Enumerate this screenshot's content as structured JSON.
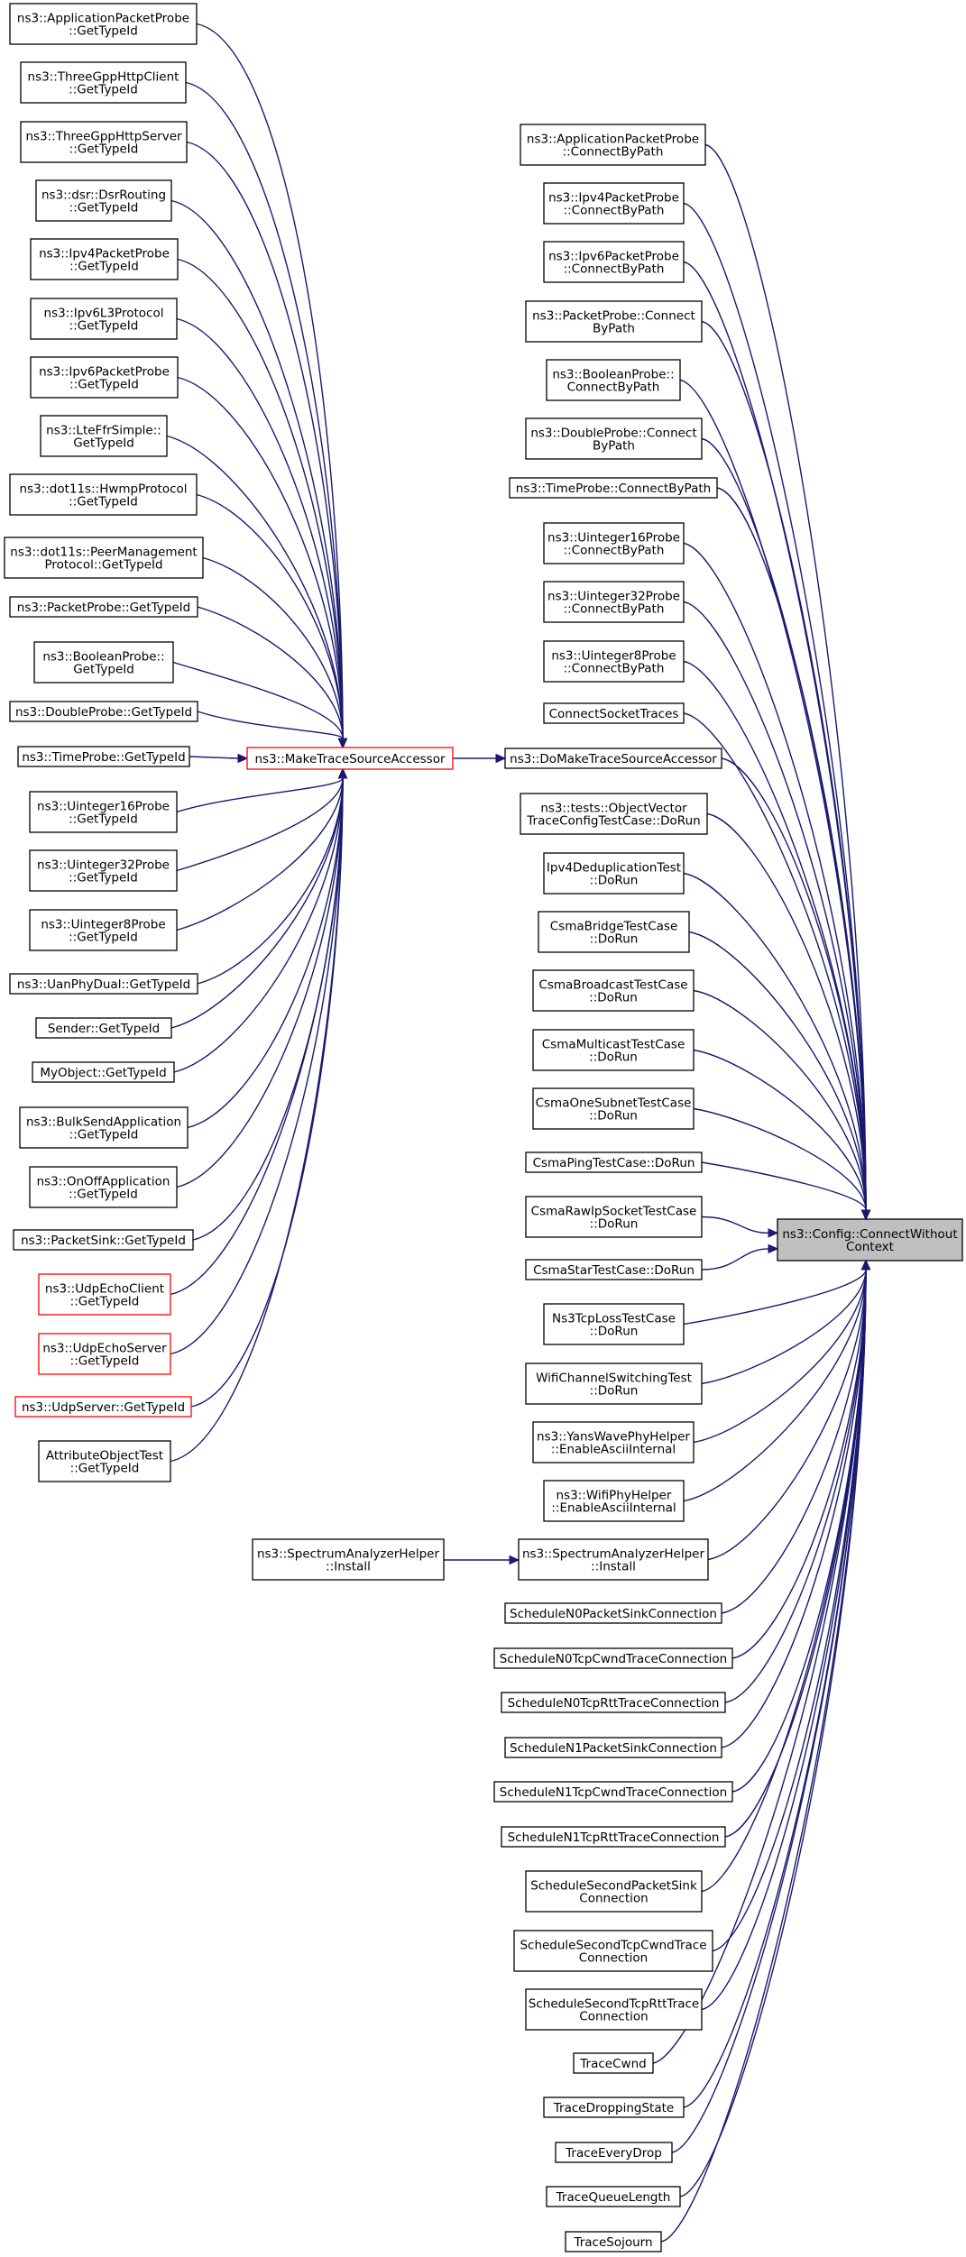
{
  "graph": {
    "target": {
      "id": "target",
      "lines": [
        "ns3::Config::ConnectWithout",
        "Context"
      ]
    },
    "mts": {
      "id": "mts",
      "lines": [
        "ns3::MakeTraceSourceAccessor"
      ]
    },
    "dmts": {
      "id": "dmts",
      "lines": [
        "ns3::DoMakeTraceSourceAccessor"
      ]
    },
    "sah": {
      "id": "sah",
      "lines": [
        "ns3::SpectrumAnalyzerHelper",
        "::Install"
      ]
    },
    "left_callers": [
      {
        "id": "l0",
        "lines": [
          "ns3::ApplicationPacketProbe",
          "::GetTypeId"
        ]
      },
      {
        "id": "l1",
        "lines": [
          "ns3::ThreeGppHttpClient",
          "::GetTypeId"
        ]
      },
      {
        "id": "l2",
        "lines": [
          "ns3::ThreeGppHttpServer",
          "::GetTypeId"
        ]
      },
      {
        "id": "l3",
        "lines": [
          "ns3::dsr::DsrRouting",
          "::GetTypeId"
        ]
      },
      {
        "id": "l4",
        "lines": [
          "ns3::Ipv4PacketProbe",
          "::GetTypeId"
        ]
      },
      {
        "id": "l5",
        "lines": [
          "ns3::Ipv6L3Protocol",
          "::GetTypeId"
        ]
      },
      {
        "id": "l6",
        "lines": [
          "ns3::Ipv6PacketProbe",
          "::GetTypeId"
        ]
      },
      {
        "id": "l7",
        "lines": [
          "ns3::LteFfrSimple::",
          "GetTypeId"
        ]
      },
      {
        "id": "l8",
        "lines": [
          "ns3::dot11s::HwmpProtocol",
          "::GetTypeId"
        ]
      },
      {
        "id": "l9",
        "lines": [
          "ns3::dot11s::PeerManagement",
          "Protocol::GetTypeId"
        ]
      },
      {
        "id": "l10",
        "lines": [
          "ns3::PacketProbe::GetTypeId"
        ]
      },
      {
        "id": "l11",
        "lines": [
          "ns3::BooleanProbe::",
          "GetTypeId"
        ]
      },
      {
        "id": "l12",
        "lines": [
          "ns3::DoubleProbe::GetTypeId"
        ]
      },
      {
        "id": "l13",
        "lines": [
          "ns3::TimeProbe::GetTypeId"
        ]
      },
      {
        "id": "l14",
        "lines": [
          "ns3::Uinteger16Probe",
          "::GetTypeId"
        ]
      },
      {
        "id": "l15",
        "lines": [
          "ns3::Uinteger32Probe",
          "::GetTypeId"
        ]
      },
      {
        "id": "l16",
        "lines": [
          "ns3::Uinteger8Probe",
          "::GetTypeId"
        ]
      },
      {
        "id": "l17",
        "lines": [
          "ns3::UanPhyDual::GetTypeId"
        ]
      },
      {
        "id": "l18",
        "lines": [
          "Sender::GetTypeId"
        ]
      },
      {
        "id": "l19",
        "lines": [
          "MyObject::GetTypeId"
        ]
      },
      {
        "id": "l20",
        "lines": [
          "ns3::BulkSendApplication",
          "::GetTypeId"
        ]
      },
      {
        "id": "l21",
        "lines": [
          "ns3::OnOffApplication",
          "::GetTypeId"
        ]
      },
      {
        "id": "l22",
        "lines": [
          "ns3::PacketSink::GetTypeId"
        ]
      },
      {
        "id": "l23",
        "lines": [
          "ns3::UdpEchoClient",
          "::GetTypeId"
        ],
        "red": true
      },
      {
        "id": "l24",
        "lines": [
          "ns3::UdpEchoServer",
          "::GetTypeId"
        ],
        "red": true
      },
      {
        "id": "l25",
        "lines": [
          "ns3::UdpServer::GetTypeId"
        ],
        "red": true
      },
      {
        "id": "l26",
        "lines": [
          "AttributeObjectTest",
          "::GetTypeId"
        ]
      }
    ],
    "right_callers": [
      {
        "id": "r0",
        "lines": [
          "ns3::ApplicationPacketProbe",
          "::ConnectByPath"
        ]
      },
      {
        "id": "r1",
        "lines": [
          "ns3::Ipv4PacketProbe",
          "::ConnectByPath"
        ]
      },
      {
        "id": "r2",
        "lines": [
          "ns3::Ipv6PacketProbe",
          "::ConnectByPath"
        ]
      },
      {
        "id": "r3",
        "lines": [
          "ns3::PacketProbe::Connect",
          "ByPath"
        ]
      },
      {
        "id": "r4",
        "lines": [
          "ns3::BooleanProbe::",
          "ConnectByPath"
        ]
      },
      {
        "id": "r5",
        "lines": [
          "ns3::DoubleProbe::Connect",
          "ByPath"
        ]
      },
      {
        "id": "r6",
        "lines": [
          "ns3::TimeProbe::ConnectByPath"
        ]
      },
      {
        "id": "r7",
        "lines": [
          "ns3::Uinteger16Probe",
          "::ConnectByPath"
        ]
      },
      {
        "id": "r8",
        "lines": [
          "ns3::Uinteger32Probe",
          "::ConnectByPath"
        ]
      },
      {
        "id": "r9",
        "lines": [
          "ns3::Uinteger8Probe",
          "::ConnectByPath"
        ]
      },
      {
        "id": "r10",
        "lines": [
          "ConnectSocketTraces"
        ]
      },
      {
        "id": "r11",
        "lines": [
          "ns3::DoMakeTraceSourceAccessor"
        ]
      },
      {
        "id": "r12",
        "lines": [
          "ns3::tests::ObjectVector",
          "TraceConfigTestCase::DoRun"
        ]
      },
      {
        "id": "r13",
        "lines": [
          "Ipv4DeduplicationTest",
          "::DoRun"
        ]
      },
      {
        "id": "r14",
        "lines": [
          "CsmaBridgeTestCase",
          "::DoRun"
        ]
      },
      {
        "id": "r15",
        "lines": [
          "CsmaBroadcastTestCase",
          "::DoRun"
        ]
      },
      {
        "id": "r16",
        "lines": [
          "CsmaMulticastTestCase",
          "::DoRun"
        ]
      },
      {
        "id": "r17",
        "lines": [
          "CsmaOneSubnetTestCase",
          "::DoRun"
        ]
      },
      {
        "id": "r18",
        "lines": [
          "CsmaPingTestCase::DoRun"
        ]
      },
      {
        "id": "r19",
        "lines": [
          "CsmaRawIpSocketTestCase",
          "::DoRun"
        ]
      },
      {
        "id": "r20",
        "lines": [
          "CsmaStarTestCase::DoRun"
        ]
      },
      {
        "id": "r21",
        "lines": [
          "Ns3TcpLossTestCase",
          "::DoRun"
        ]
      },
      {
        "id": "r22",
        "lines": [
          "WifiChannelSwitchingTest",
          "::DoRun"
        ]
      },
      {
        "id": "r23",
        "lines": [
          "ns3::YansWavePhyHelper",
          "::EnableAsciiInternal"
        ]
      },
      {
        "id": "r24",
        "lines": [
          "ns3::WifiPhyHelper",
          "::EnableAsciiInternal"
        ]
      },
      {
        "id": "r25",
        "lines": [
          "ns3::SpectrumAnalyzerHelper",
          "::Install"
        ]
      },
      {
        "id": "r26",
        "lines": [
          "ScheduleN0PacketSinkConnection"
        ]
      },
      {
        "id": "r27",
        "lines": [
          "ScheduleN0TcpCwndTraceConnection"
        ]
      },
      {
        "id": "r28",
        "lines": [
          "ScheduleN0TcpRttTraceConnection"
        ]
      },
      {
        "id": "r29",
        "lines": [
          "ScheduleN1PacketSinkConnection"
        ]
      },
      {
        "id": "r30",
        "lines": [
          "ScheduleN1TcpCwndTraceConnection"
        ]
      },
      {
        "id": "r31",
        "lines": [
          "ScheduleN1TcpRttTraceConnection"
        ]
      },
      {
        "id": "r32",
        "lines": [
          "ScheduleSecondPacketSink",
          "Connection"
        ]
      },
      {
        "id": "r33",
        "lines": [
          "ScheduleSecondTcpCwndTrace",
          "Connection"
        ]
      },
      {
        "id": "r34",
        "lines": [
          "ScheduleSecondTcpRttTrace",
          "Connection"
        ]
      },
      {
        "id": "r35",
        "lines": [
          "TraceCwnd"
        ]
      },
      {
        "id": "r36",
        "lines": [
          "TraceDroppingState"
        ]
      },
      {
        "id": "r37",
        "lines": [
          "TraceEveryDrop"
        ]
      },
      {
        "id": "r38",
        "lines": [
          "TraceQueueLength"
        ]
      },
      {
        "id": "r39",
        "lines": [
          "TraceSojourn"
        ]
      }
    ]
  }
}
